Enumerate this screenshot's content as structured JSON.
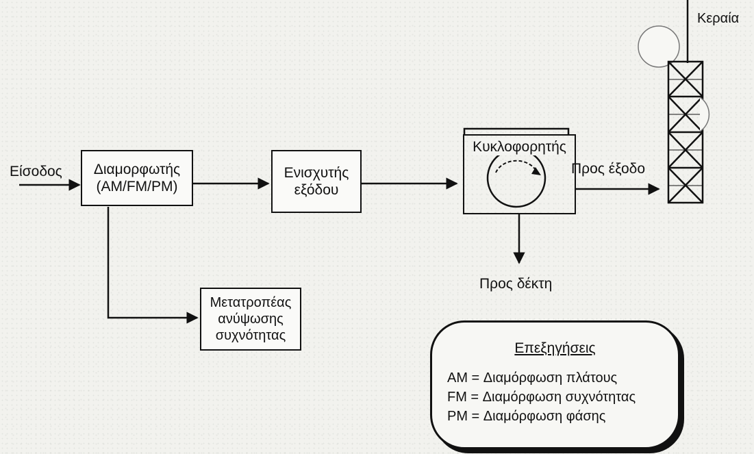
{
  "labels": {
    "input": "Είσοδος",
    "to_output": "Προς έξοδο",
    "to_receiver": "Προς δέκτη",
    "antenna": "Κεραία"
  },
  "blocks": {
    "modulator": [
      "Διαμορφωτής",
      "(AM/FM/PM)"
    ],
    "amplifier": [
      "Ενισχυτής",
      "εξόδου"
    ],
    "circulator": "Κυκλοφορητής",
    "upconverter": [
      "Μετατροπέας",
      "ανύψωσης",
      "συχνότητας"
    ]
  },
  "legend": {
    "title": "Επεξηγήσεις",
    "items": [
      "AM = Διαμόρφωση πλάτους",
      "FM = Διαμόρφωση συχνότητας",
      "PM = Διαμόρφωση φάσης"
    ]
  }
}
